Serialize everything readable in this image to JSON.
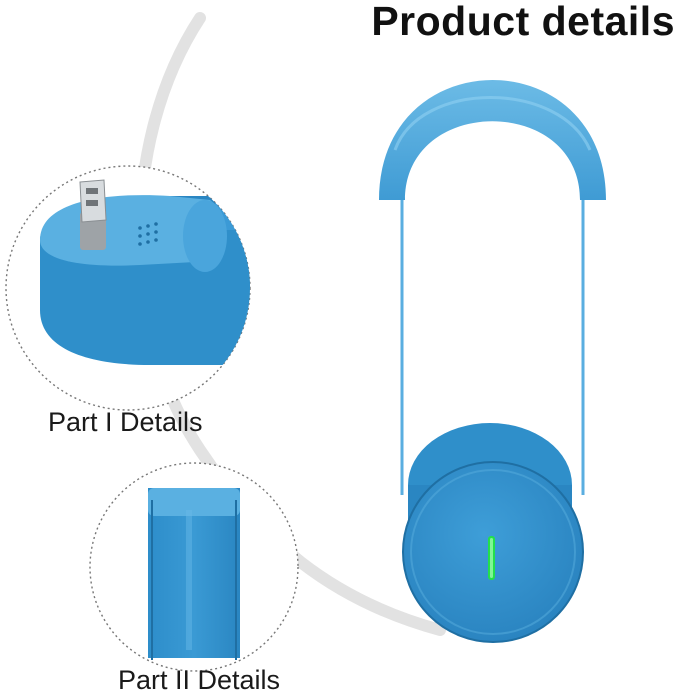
{
  "header": {
    "title": "Product details"
  },
  "details": [
    {
      "label": "Part I Details"
    },
    {
      "label": "Part II Details"
    }
  ],
  "colors": {
    "product_blue": "#2f8fca",
    "product_blue_light": "#5db2e2",
    "product_blue_dark": "#1f6fa3",
    "indicator_green": "#23e04a",
    "arc_gray": "#e4e4e4"
  },
  "icons": {
    "usb_plug": "usb-plug-icon",
    "indicator": "led-indicator-icon"
  }
}
